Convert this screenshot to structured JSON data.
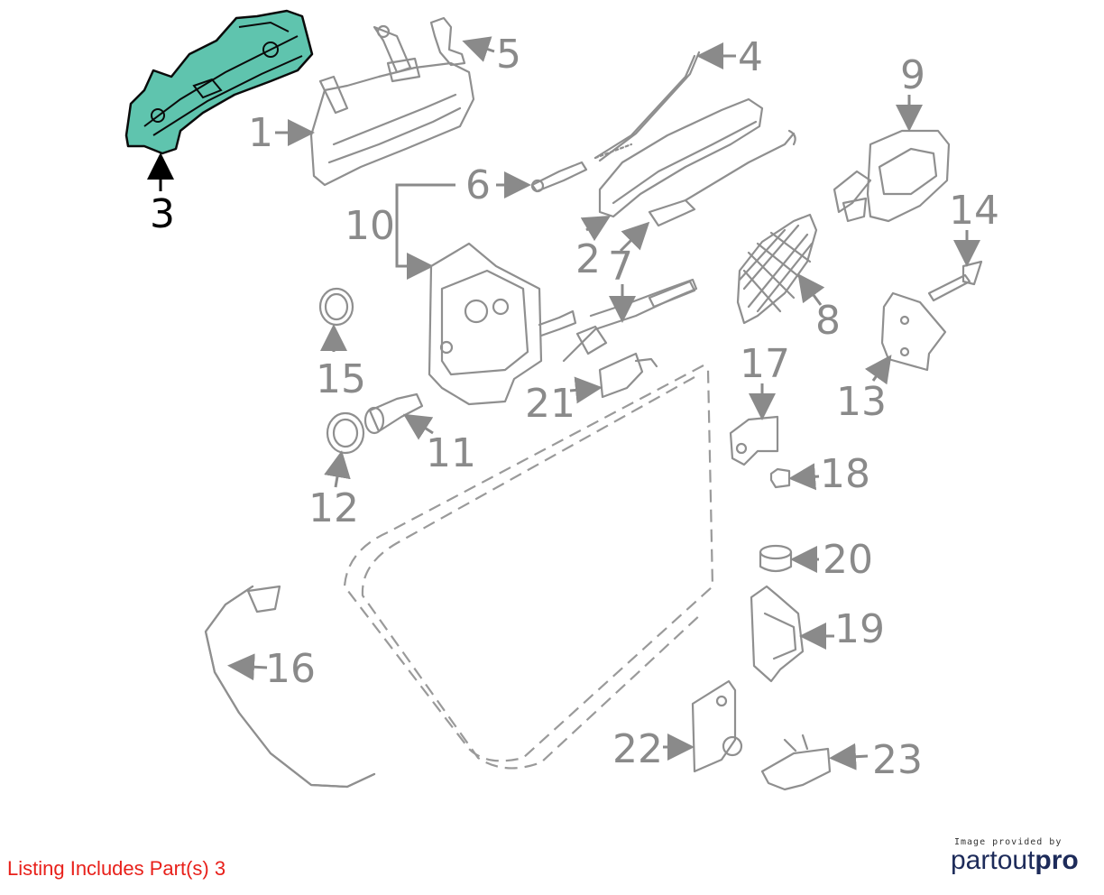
{
  "callouts": {
    "c1": "1",
    "c2": "2",
    "c3": "3",
    "c4": "4",
    "c5": "5",
    "c6": "6",
    "c7": "7",
    "c8": "8",
    "c9": "9",
    "c10": "10",
    "c11": "11",
    "c12": "12",
    "c13": "13",
    "c14": "14",
    "c15": "15",
    "c16": "16",
    "c17": "17",
    "c18": "18",
    "c19": "19",
    "c20": "20",
    "c21": "21",
    "c22": "22",
    "c23": "23"
  },
  "highlight": {
    "part": "3",
    "color": "#5fc4ae"
  },
  "listing": {
    "text": "Listing Includes Part(s) 3",
    "color": "#e8201a"
  },
  "brand": {
    "provided": "Image provided by",
    "name_a": "partout",
    "name_b": "pro"
  }
}
